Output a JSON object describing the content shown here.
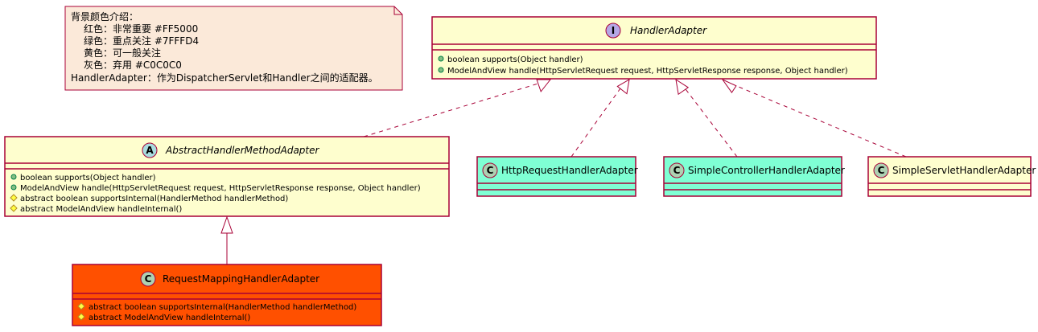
{
  "note": {
    "lines": [
      "背景颜色介绍：",
      "红色：非常重要 #FF5000",
      "绿色：重点关注 #7FFFD4",
      "黄色：可一般关注",
      "灰色：弃用 #C0C0C0",
      "HandlerAdapter：作为DispatcherServlet和Handler之间的适配器。"
    ]
  },
  "colors": {
    "note_bg": "#FBE9D9",
    "yellow": "#FEFECE",
    "green": "#7FFFD4",
    "red": "#FF5000",
    "border": "#A80036",
    "interface_badge": "#B4A7E5",
    "abstract_badge": "#A9DCDF",
    "class_badge": "#ADD1B2"
  },
  "classes": {
    "handler_adapter": {
      "kind": "I",
      "name": "HandlerAdapter",
      "methods": [
        "boolean supports(Object handler)",
        "ModelAndView handle(HttpServletRequest request, HttpServletResponse response, Object handler)"
      ]
    },
    "abstract_handler_method_adapter": {
      "kind": "A",
      "name": "AbstractHandlerMethodAdapter",
      "methods": [
        "boolean supports(Object handler)",
        "ModelAndView handle(HttpServletRequest request, HttpServletResponse response, Object handler)",
        "abstract boolean supportsInternal(HandlerMethod handlerMethod)",
        "abstract ModelAndView handleInternal()"
      ]
    },
    "http_request_handler_adapter": {
      "kind": "C",
      "name": "HttpRequestHandlerAdapter"
    },
    "simple_controller_handler_adapter": {
      "kind": "C",
      "name": "SimpleControllerHandlerAdapter"
    },
    "simple_servlet_handler_adapter": {
      "kind": "C",
      "name": "SimpleServletHandlerAdapter"
    },
    "request_mapping_handler_adapter": {
      "kind": "C",
      "name": "RequestMappingHandlerAdapter",
      "methods": [
        "abstract boolean supportsInternal(HandlerMethod handlerMethod)",
        "abstract ModelAndView handleInternal()"
      ]
    }
  }
}
